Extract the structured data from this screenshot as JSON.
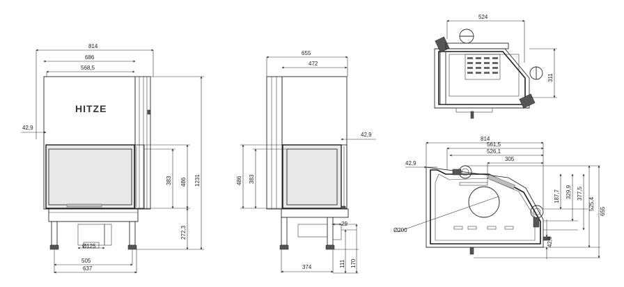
{
  "brand": "HITZE",
  "front_view": {
    "dims": {
      "overall_width": "814",
      "body_width": "686",
      "inner_width": "568,5",
      "side_offset": "42,9",
      "door_height": "383",
      "glass_height": "486",
      "total_height": "1231",
      "leg_height": "272,3",
      "flue_diameter": "Ø125",
      "leg_span_inner": "505",
      "leg_span_outer": "637"
    }
  },
  "side_view": {
    "dims": {
      "overall_width": "655",
      "inner_width": "472",
      "side_offset": "42,9",
      "glass_height": "486",
      "door_height": "383",
      "offset_small": "29",
      "leg_span": "374",
      "height_111": "111",
      "height_170": "170"
    }
  },
  "top_view": {
    "dims": {
      "width": "524",
      "depth": "311"
    }
  },
  "plan_view": {
    "dims": {
      "w814": "814",
      "w561": "561,5",
      "w526": "526,1",
      "w305": "305",
      "offset_left": "42,9",
      "offset_bottom": "42,9",
      "h187": "187,7",
      "h329": "329,9",
      "h377": "377,5",
      "h525": "525,4",
      "h655": "655",
      "diameter": "Ø200"
    }
  }
}
